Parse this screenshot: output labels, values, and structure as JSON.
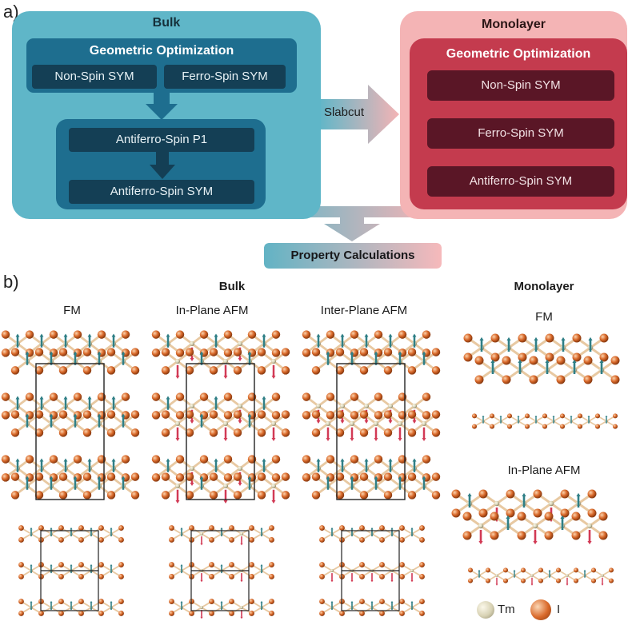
{
  "panel_a": {
    "letter": "a)",
    "bulk": {
      "title": "Bulk",
      "geo_title": "Geometric Optimization",
      "non_spin": "Non-Spin SYM",
      "ferro_spin": "Ferro-Spin SYM",
      "afm_p1": "Antiferro-Spin P1",
      "afm_sym": "Antiferro-Spin SYM"
    },
    "slabcut": "Slabcut",
    "monolayer": {
      "title": "Monolayer",
      "geo_title": "Geometric Optimization",
      "non_spin": "Non-Spin SYM",
      "ferro_spin": "Ferro-Spin SYM",
      "afm_sym": "Antiferro-Spin SYM"
    },
    "property": "Property Calculations"
  },
  "panel_b": {
    "letter": "b)",
    "bulk_header": "Bulk",
    "monolayer_header": "Monolayer",
    "bulk_labels": [
      "FM",
      "In-Plane AFM",
      "Inter-Plane AFM"
    ],
    "mono_labels": [
      "FM",
      "In-Plane AFM"
    ],
    "legend": [
      {
        "label": "Tm",
        "color": "#d8d2b4"
      },
      {
        "label": "I",
        "color": "#d9692a"
      }
    ]
  },
  "colors": {
    "bulk_bg": "#5fb6c8",
    "bulk_inner": "#1e6e8f",
    "bulk_pill": "#143f55",
    "mono_bg": "#f4b4b5",
    "mono_inner": "#c43b4e",
    "mono_pill": "#5a1626",
    "spin_up": "#2f7f86",
    "spin_down": "#d23a55"
  }
}
